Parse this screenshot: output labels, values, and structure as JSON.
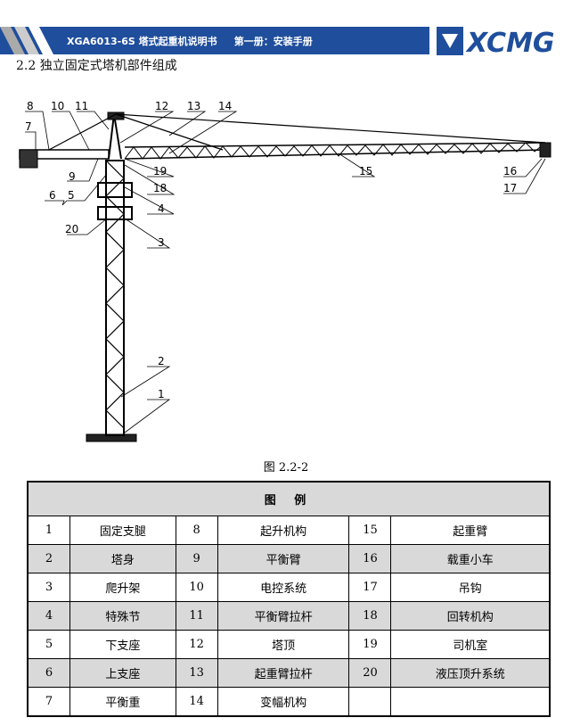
{
  "header": {
    "doc_text": "XGA6013-6S 塔式起重机说明书     第一册：安装手册",
    "logo": "XCMG",
    "bar_color": "#1f4e9c"
  },
  "section_title": "2.2  独立固定式塔机部件组成",
  "diagram": {
    "labels": [
      "1",
      "2",
      "3",
      "4",
      "5",
      "6",
      "7",
      "8",
      "9",
      "10",
      "11",
      "12",
      "13",
      "14",
      "15",
      "16",
      "17",
      "18",
      "19",
      "20"
    ]
  },
  "caption": "图 2.2-2",
  "legend": {
    "title": "图 例",
    "rows": [
      [
        "1",
        "固定支腿",
        "8",
        "起升机构",
        "15",
        "起重臂"
      ],
      [
        "2",
        "塔身",
        "9",
        "平衡臂",
        "16",
        "载重小车"
      ],
      [
        "3",
        "爬升架",
        "10",
        "电控系统",
        "17",
        "吊钩"
      ],
      [
        "4",
        "特殊节",
        "11",
        "平衡臂拉杆",
        "18",
        "回转机构"
      ],
      [
        "5",
        "下支座",
        "12",
        "塔顶",
        "19",
        "司机室"
      ],
      [
        "6",
        "上支座",
        "13",
        "起重臂拉杆",
        "20",
        "液压顶升系统"
      ],
      [
        "7",
        "平衡重",
        "14",
        "变幅机构",
        "",
        ""
      ]
    ]
  }
}
